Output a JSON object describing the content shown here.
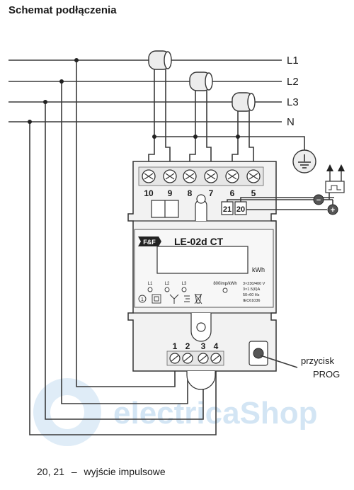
{
  "title": "Schemat podłączenia",
  "lines": [
    "L1",
    "L2",
    "L3",
    "N"
  ],
  "top_terminals": [
    "10",
    "9",
    "8",
    "7",
    "6",
    "5"
  ],
  "pulse_terminals": [
    "21",
    "20"
  ],
  "device": {
    "brand": "F&F",
    "model": "LE-02d CT",
    "unit": "kWh",
    "phase_leds": [
      "L1",
      "L2",
      "L3"
    ],
    "imp_rate": "800imp/kWh",
    "spec_lines": [
      "3×230/400 V",
      "3×1.5(6)A",
      "50÷60 Hz",
      "IEC61036"
    ]
  },
  "bottom_terminals": [
    "1",
    "2",
    "3",
    "4"
  ],
  "prog_label": [
    "przycisk",
    "PROG"
  ],
  "pulse_polarity": [
    "−",
    "+"
  ],
  "watermark": "electricaShop",
  "footnote": {
    "terms": "20, 21",
    "dash": "–",
    "text": "wyjście impulsowe"
  },
  "colors": {
    "wire": "#3a3a3a",
    "device_fill": "#f2f2f2",
    "device_stroke": "#333333",
    "watermark": "#cfe3f3"
  }
}
